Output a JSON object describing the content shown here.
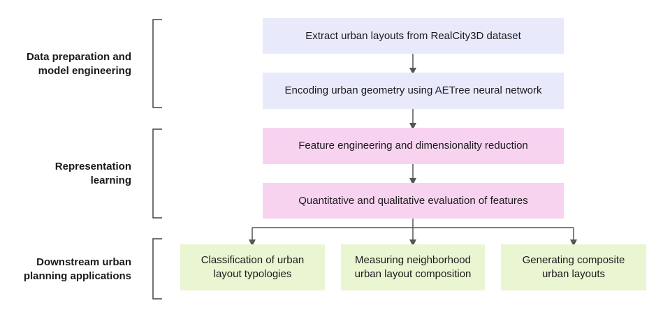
{
  "colors": {
    "blue_box": "#e8eafc",
    "pink_box": "#f7d3f0",
    "green_box": "#eaf5d2",
    "arrow": "#555555",
    "bracket": "#444444"
  },
  "stages": [
    {
      "line1": "Data preparation and",
      "line2": "model engineering"
    },
    {
      "line1": "Representation",
      "line2": "learning"
    },
    {
      "line1": "Downstream urban",
      "line2": "planning applications"
    }
  ],
  "steps": [
    {
      "text": "Extract urban layouts from RealCity3D dataset"
    },
    {
      "text": "Encoding urban geometry using AETree neural network"
    },
    {
      "text": "Feature engineering and dimensionality reduction"
    },
    {
      "text": "Quantitative and qualitative evaluation of features"
    }
  ],
  "applications": [
    {
      "line1": "Classification of urban",
      "line2": "layout typologies"
    },
    {
      "line1": "Measuring neighborhood",
      "line2": "urban layout composition"
    },
    {
      "line1": "Generating composite",
      "line2": "urban layouts"
    }
  ]
}
